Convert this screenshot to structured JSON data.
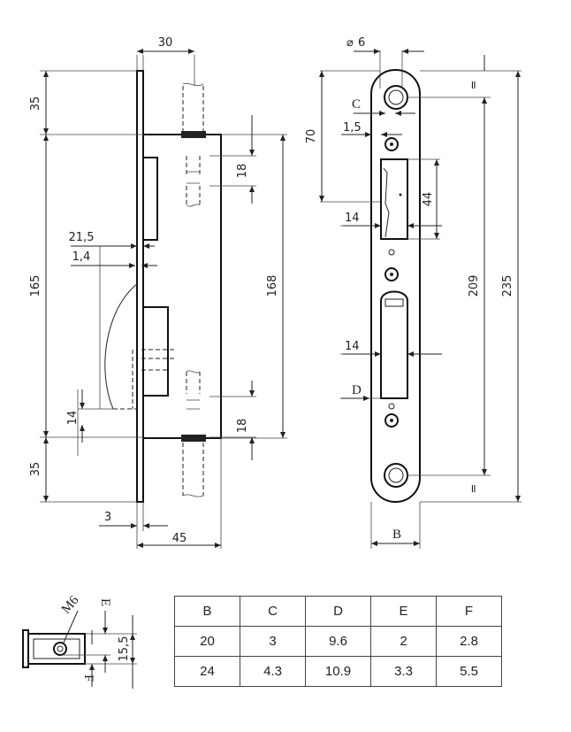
{
  "dimensions": {
    "top_width": "30",
    "top_35": "35",
    "total_165": "165",
    "bottom_35": "35",
    "backset_21_5": "21,5",
    "plate_1_4": "1,4",
    "latch_14_left": "14",
    "plate_3": "3",
    "depth_45": "45",
    "top_18": "18",
    "height_168": "168",
    "bottom_18": "18",
    "diameter": "6",
    "label_C": "C",
    "offset_1_5": "1,5",
    "dist_70": "70",
    "slot_44": "44",
    "slot_14_upper": "14",
    "slot_14_lower": "14",
    "label_D": "D",
    "total_209": "209",
    "total_235": "235",
    "label_B": "B",
    "equal_top": "=",
    "equal_bottom": "=",
    "label_E": "E",
    "label_F": "F",
    "thread_M6": "M6",
    "height_15_5": "15,5"
  },
  "table": {
    "headers": [
      "B",
      "C",
      "D",
      "E",
      "F"
    ],
    "rows": [
      [
        "20",
        "3",
        "9.6",
        "2",
        "2.8"
      ],
      [
        "24",
        "4.3",
        "10.9",
        "3.3",
        "5.5"
      ]
    ]
  }
}
